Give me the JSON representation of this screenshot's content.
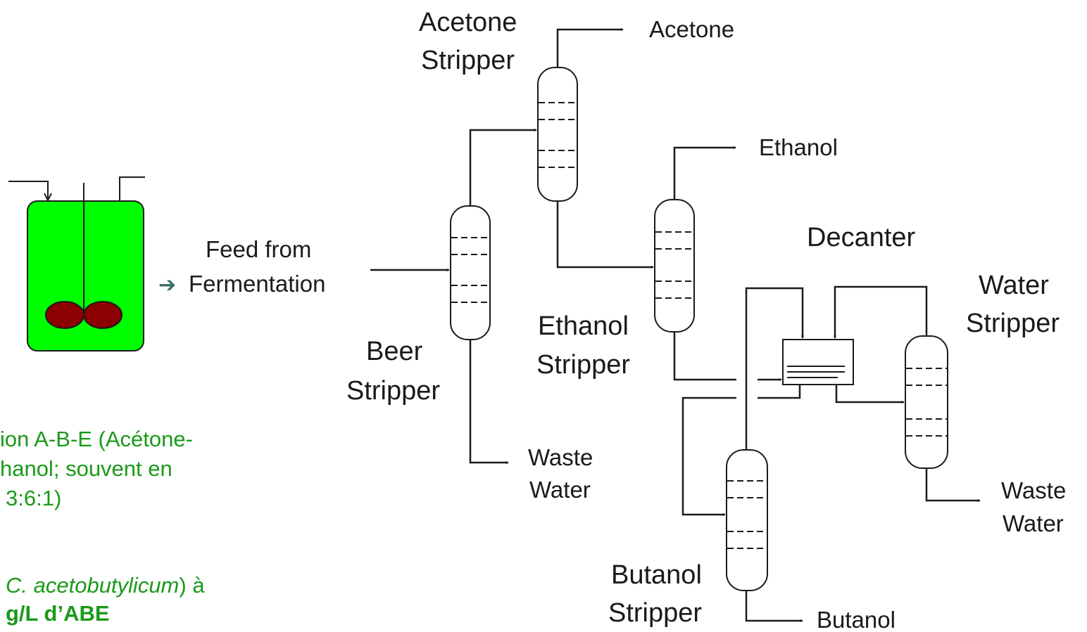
{
  "labels": {
    "acetone_stripper": [
      "Acetone",
      "Stripper"
    ],
    "acetone_product": "Acetone",
    "ethanol_product": "Ethanol",
    "feed": [
      "Feed from",
      "Fermentation"
    ],
    "beer_stripper": [
      "Beer",
      "Stripper"
    ],
    "ethanol_stripper": [
      "Ethanol",
      "Stripper"
    ],
    "decanter": "Decanter",
    "water_stripper": [
      "Water",
      "Stripper"
    ],
    "waste_water_1": [
      "Waste",
      "Water"
    ],
    "waste_water_2": [
      "Waste",
      "Water"
    ],
    "butanol_stripper": [
      "Butanol",
      "Stripper"
    ],
    "butanol_product": "Butanol",
    "feed_arrow": "➔"
  },
  "side_text": {
    "line1": "ion A-B-E (Acétone-",
    "line2": "hanol; souvent en",
    "line3": "3:6:1)",
    "line4_italic": "C. acetobutylicum",
    "line4_rest": ") à",
    "line5": "g/L d’ABE"
  },
  "colors": {
    "fermenter_fill": "#00ff00",
    "impeller": "#8b0000",
    "side_text": "#1a9a1a",
    "line": "#1a1a1a"
  }
}
